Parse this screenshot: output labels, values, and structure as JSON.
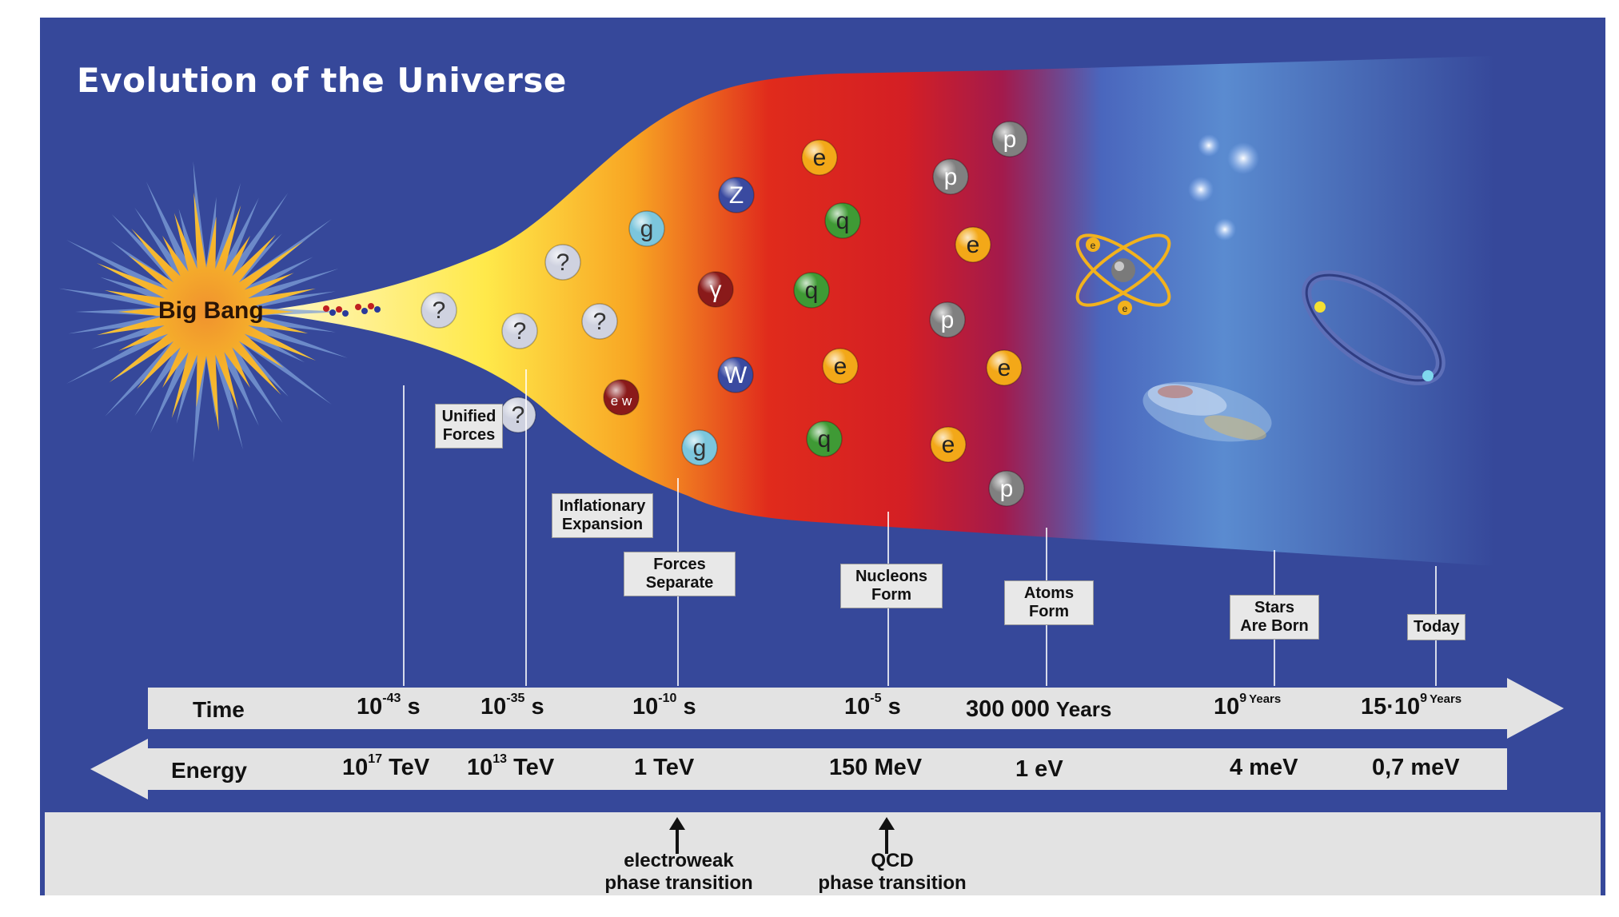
{
  "title": "Evolution of the Universe",
  "big_bang_label": "Big Bang",
  "epochs": [
    {
      "label": "Unified\nForces"
    },
    {
      "label": "Inflationary\nExpansion"
    },
    {
      "label": "Forces\nSeparate"
    },
    {
      "label": "Nucleons\nForm"
    },
    {
      "label": "Atoms\nForm"
    },
    {
      "label": "Stars\nAre Born"
    },
    {
      "label": "Today"
    }
  ],
  "time_row": {
    "label": "Time",
    "values": [
      {
        "base": "10",
        "exp": "-43",
        "unit": "s"
      },
      {
        "base": "10",
        "exp": "-35",
        "unit": "s"
      },
      {
        "base": "10",
        "exp": "-10",
        "unit": "s"
      },
      {
        "base": "10",
        "exp": "-5",
        "unit": "s"
      },
      {
        "base": "300 000",
        "exp": "",
        "unit": "Years"
      },
      {
        "base": "10",
        "exp": "9",
        "unit": "Years"
      },
      {
        "base": "15·10",
        "exp": "9",
        "unit": "Years"
      }
    ]
  },
  "energy_row": {
    "label": "Energy",
    "values": [
      {
        "base": "10",
        "exp": "17",
        "unit": "TeV"
      },
      {
        "base": "10",
        "exp": "13",
        "unit": "TeV"
      },
      {
        "base": "1 TeV",
        "exp": "",
        "unit": ""
      },
      {
        "base": "150 MeV",
        "exp": "",
        "unit": ""
      },
      {
        "base": "1 eV",
        "exp": "",
        "unit": ""
      },
      {
        "base": "4 meV",
        "exp": "",
        "unit": ""
      },
      {
        "base": "0,7 meV",
        "exp": "",
        "unit": ""
      }
    ]
  },
  "phase_transitions": [
    {
      "label": "electroweak\nphase transition"
    },
    {
      "label": "QCD\nphase transition"
    }
  ],
  "particles": [
    "?",
    "?",
    "?",
    "?",
    "?",
    "e w",
    "g",
    "g",
    "Z",
    "γ",
    "W",
    "e",
    "q",
    "q",
    "e",
    "q",
    "p",
    "p",
    "e",
    "p",
    "e",
    "e",
    "p"
  ],
  "atom_electron_label": "e",
  "colors": {
    "panel": "#36489a",
    "band": "#e3e3e3",
    "gluon": "#7cc6dc",
    "boson": "#3a4aa0",
    "photon": "#8a1a1a",
    "electron": "#f3a818",
    "quark": "#3f9a35",
    "proton": "#808080",
    "unknown": "#cfd2e0"
  }
}
